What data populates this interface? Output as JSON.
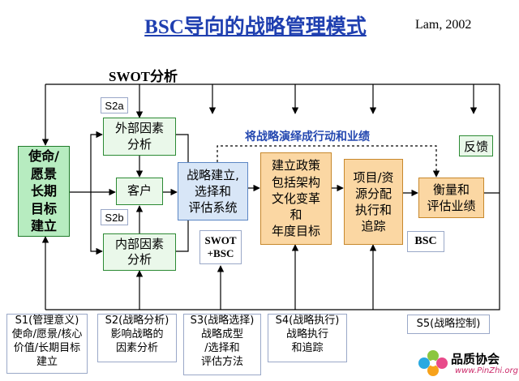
{
  "header": {
    "title": "BSC导向的战略管理模式",
    "author": "Lam, 2002"
  },
  "swot_title": "SWOT分析",
  "tags": {
    "s2a": "S2a",
    "s2b": "S2b"
  },
  "boxes": {
    "mission": [
      "使命/",
      "愿景",
      "长期",
      "目标",
      "建立"
    ],
    "external": [
      "外部因素",
      "分析"
    ],
    "customer": "客户",
    "internal": [
      "内部因素",
      "分析"
    ],
    "strategy": [
      "战略建立,",
      "选择和",
      "评估系统"
    ],
    "policy": [
      "建立政策",
      "包括架构",
      "文化变革",
      "和",
      "年度目标"
    ],
    "project": [
      "项目/资",
      "源分配",
      "执行和",
      "追踪"
    ],
    "measure": [
      "衡量和",
      "评估业绩"
    ]
  },
  "banner": "将战略演绎成行动和业绩",
  "feedback": "反馈",
  "notes": {
    "swot_bsc": [
      "SWOT",
      "+BSC"
    ],
    "bsc": "BSC"
  },
  "stages": [
    {
      "lines": [
        "S1(管理意义)",
        "使命/愿景/核心",
        "价值/长期目标",
        "建立"
      ]
    },
    {
      "lines": [
        "S2(战略分析)",
        "影响战略的",
        "因素分析"
      ]
    },
    {
      "lines": [
        "S3(战略选择)",
        "战略成型",
        "/选择和",
        "评估方法"
      ]
    },
    {
      "lines": [
        "S4(战略执行)",
        "战略执行",
        "和追踪"
      ]
    },
    {
      "lines": [
        "S5(战略控制)"
      ]
    }
  ],
  "logo": {
    "name": "品质协会",
    "url": "www.PinZhi.org",
    "colors": [
      "#8cc63f",
      "#e84a8a",
      "#f7a21b",
      "#29a9e0"
    ]
  }
}
